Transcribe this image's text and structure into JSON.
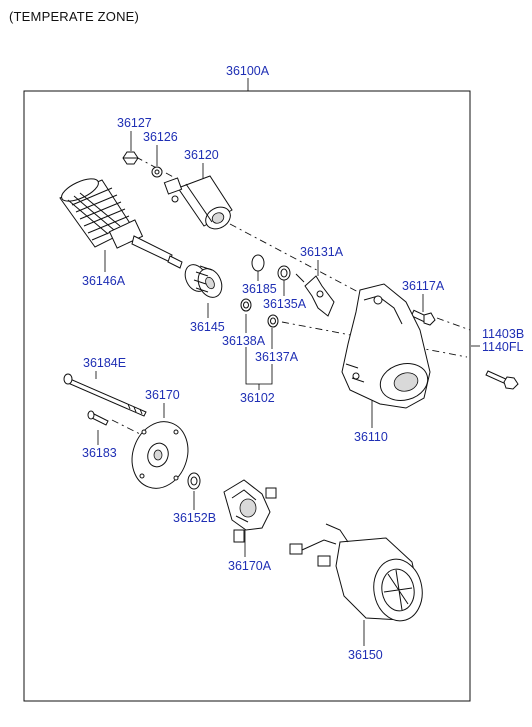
{
  "header": {
    "title": "(TEMPERATE ZONE)"
  },
  "assembly": {
    "label": "36100A"
  },
  "parts": [
    {
      "id": "36127"
    },
    {
      "id": "36126"
    },
    {
      "id": "36120"
    },
    {
      "id": "36146A"
    },
    {
      "id": "36185"
    },
    {
      "id": "36131A"
    },
    {
      "id": "36135A"
    },
    {
      "id": "36145"
    },
    {
      "id": "36138A"
    },
    {
      "id": "36137A"
    },
    {
      "id": "36102"
    },
    {
      "id": "36117A"
    },
    {
      "id": "36110"
    },
    {
      "id": "36184E"
    },
    {
      "id": "36170"
    },
    {
      "id": "36183"
    },
    {
      "id": "36152B"
    },
    {
      "id": "36170A"
    },
    {
      "id": "36150"
    }
  ],
  "external_parts": [
    {
      "id": "11403B"
    },
    {
      "id": "1140FL"
    }
  ],
  "colors": {
    "label": "#1f2fb4",
    "line": "#111111",
    "background": "#ffffff"
  }
}
